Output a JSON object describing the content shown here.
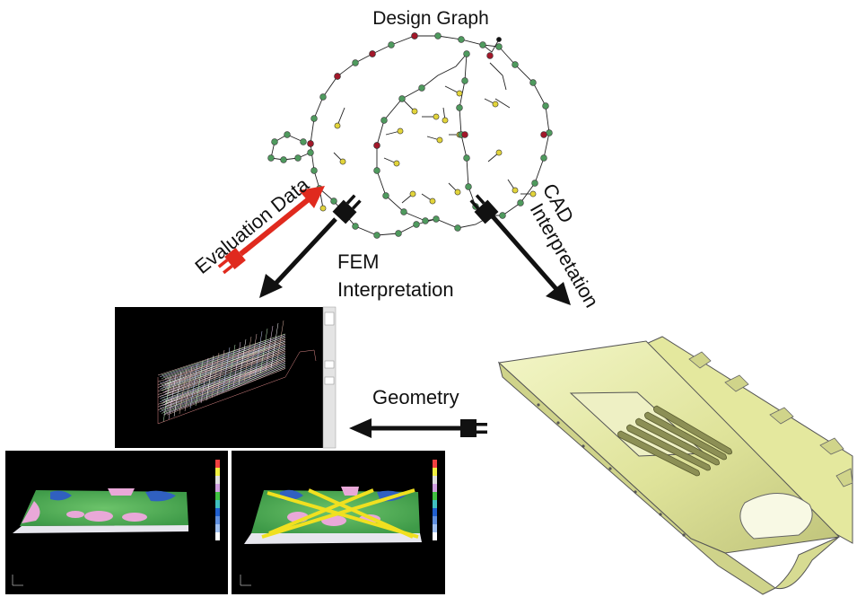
{
  "labels": {
    "design_graph": "Design Graph",
    "evaluation_data": "Evaluation Data",
    "fem_line1": "FEM",
    "fem_line2": "Interpretation",
    "cad_line1": "CAD",
    "cad_line2": "Interpretation",
    "geometry": "Geometry"
  },
  "colors": {
    "node_green": "#4f9a5e",
    "node_yellow": "#e2d43a",
    "node_red": "#a2182a",
    "evaluation_arrow": "#e02a1e",
    "arrow": "#111111",
    "cad_part": "#ecf0b4",
    "screen_bg": "#000000"
  },
  "icons": {
    "evaluation_plug": "plug-icon",
    "fem_plug": "plug-icon",
    "cad_plug": "plug-icon",
    "geometry_plug": "plug-icon"
  }
}
